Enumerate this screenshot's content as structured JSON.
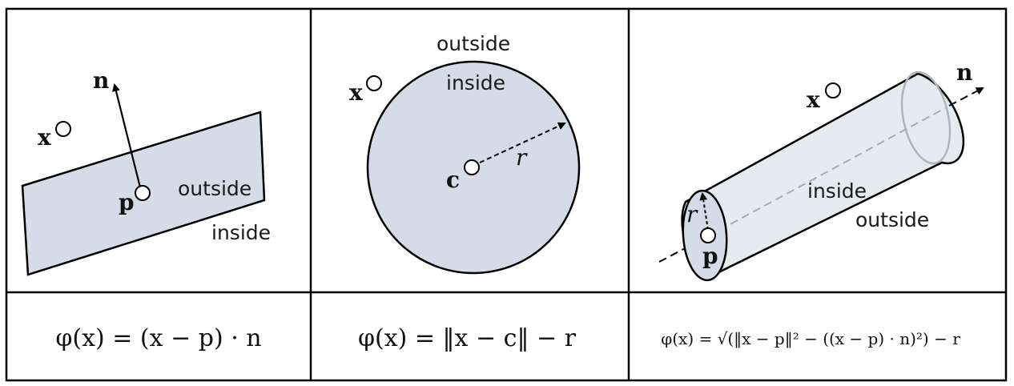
{
  "panels": {
    "plane": {
      "var_n": "n",
      "var_x": "x",
      "var_p": "p",
      "outside": "outside",
      "inside": "inside"
    },
    "sphere": {
      "outside": "outside",
      "inside": "inside",
      "var_x": "x",
      "var_c": "c",
      "var_r": "r"
    },
    "cylinder": {
      "var_n": "n",
      "var_x": "x",
      "var_r": "r",
      "var_p": "p",
      "inside": "inside",
      "outside": "outside"
    }
  },
  "formulas": {
    "plane": "φ(x) = (x − p) · n",
    "sphere": "φ(x) = ‖x − c‖ − r",
    "cylinder": "φ(x) = √(‖x − p‖² − ((x − p) · n)²) − r"
  },
  "colors": {
    "shape_fill": "#d5dce7",
    "border": "#000000"
  }
}
